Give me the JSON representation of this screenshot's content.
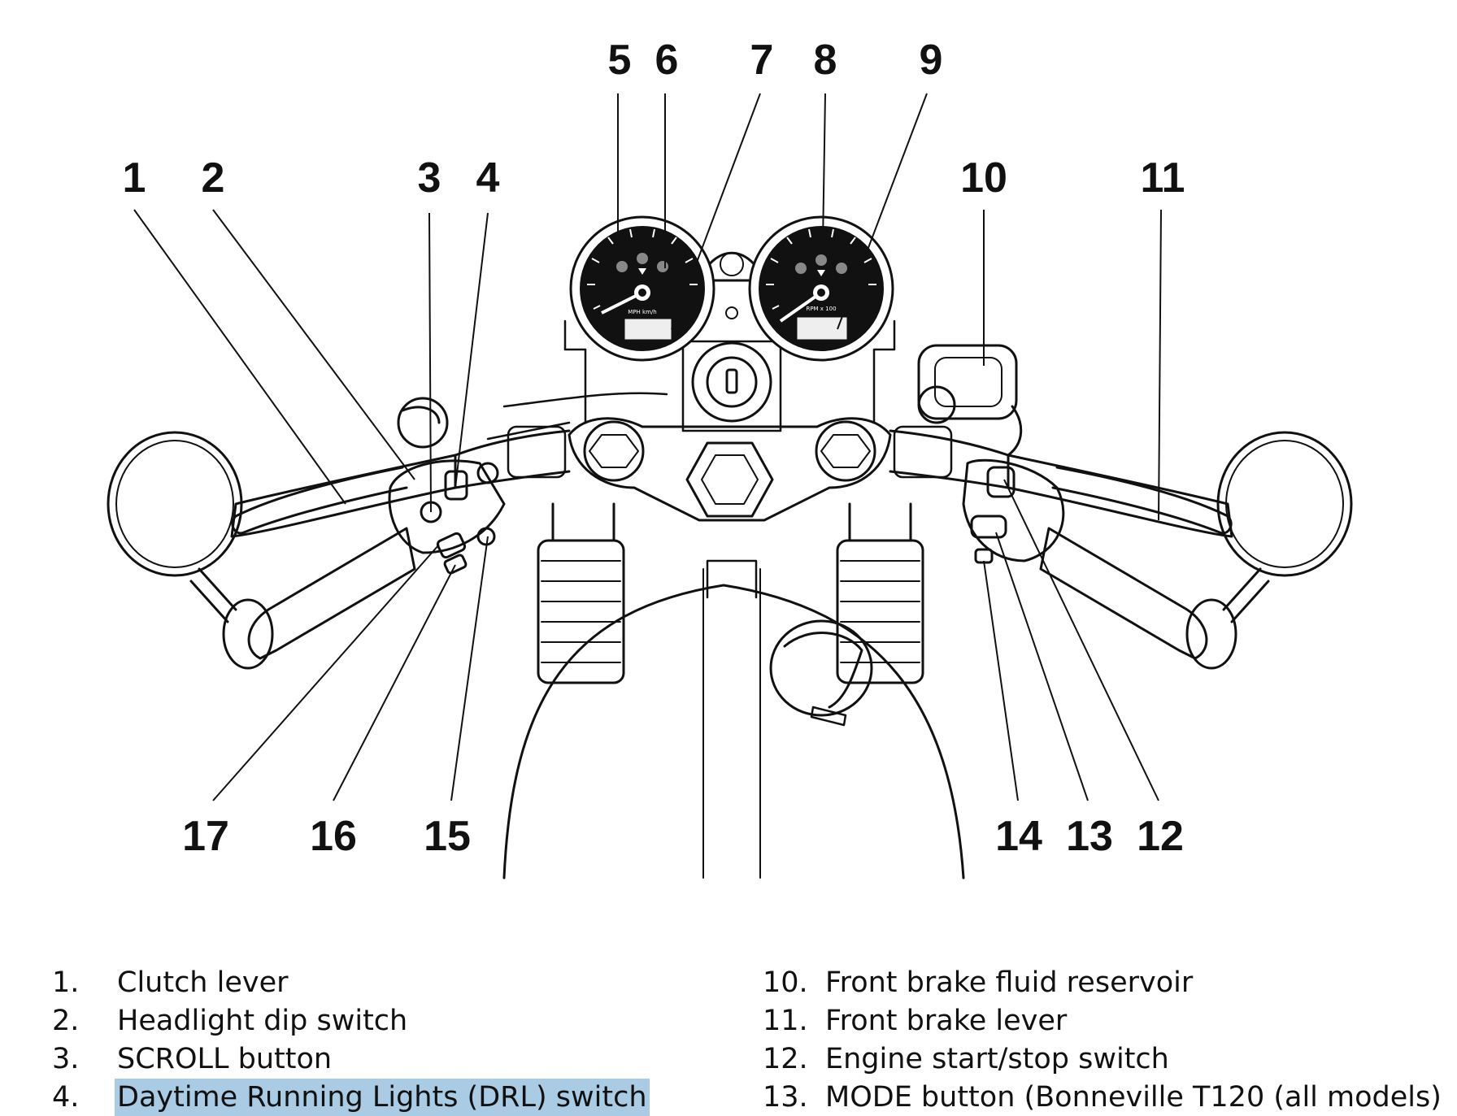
{
  "callouts": [
    "1",
    "2",
    "3",
    "4",
    "5",
    "6",
    "7",
    "8",
    "9",
    "10",
    "11",
    "12",
    "13",
    "14",
    "15",
    "16",
    "17"
  ],
  "legend_left": [
    {
      "index": "1.",
      "label": "Clutch lever"
    },
    {
      "index": "2.",
      "label": "Headlight dip switch"
    },
    {
      "index": "3.",
      "label": "SCROLL button"
    },
    {
      "index": "4.",
      "label": "Daytime Running Lights (DRL) switch",
      "highlighted": true
    }
  ],
  "legend_right": [
    {
      "index": "10.",
      "label": "Front brake fluid reservoir"
    },
    {
      "index": "11.",
      "label": "Front brake lever"
    },
    {
      "index": "12.",
      "label": "Engine start/stop switch"
    },
    {
      "index": "13.",
      "label": "MODE button (Bonneville T120 (all models)"
    }
  ],
  "instrument_text": {
    "speedo_unit": "MPH km/h",
    "tacho_unit": "RPM x 100"
  },
  "colors": {
    "highlight": "#a9cbe3",
    "ink": "#111111"
  }
}
